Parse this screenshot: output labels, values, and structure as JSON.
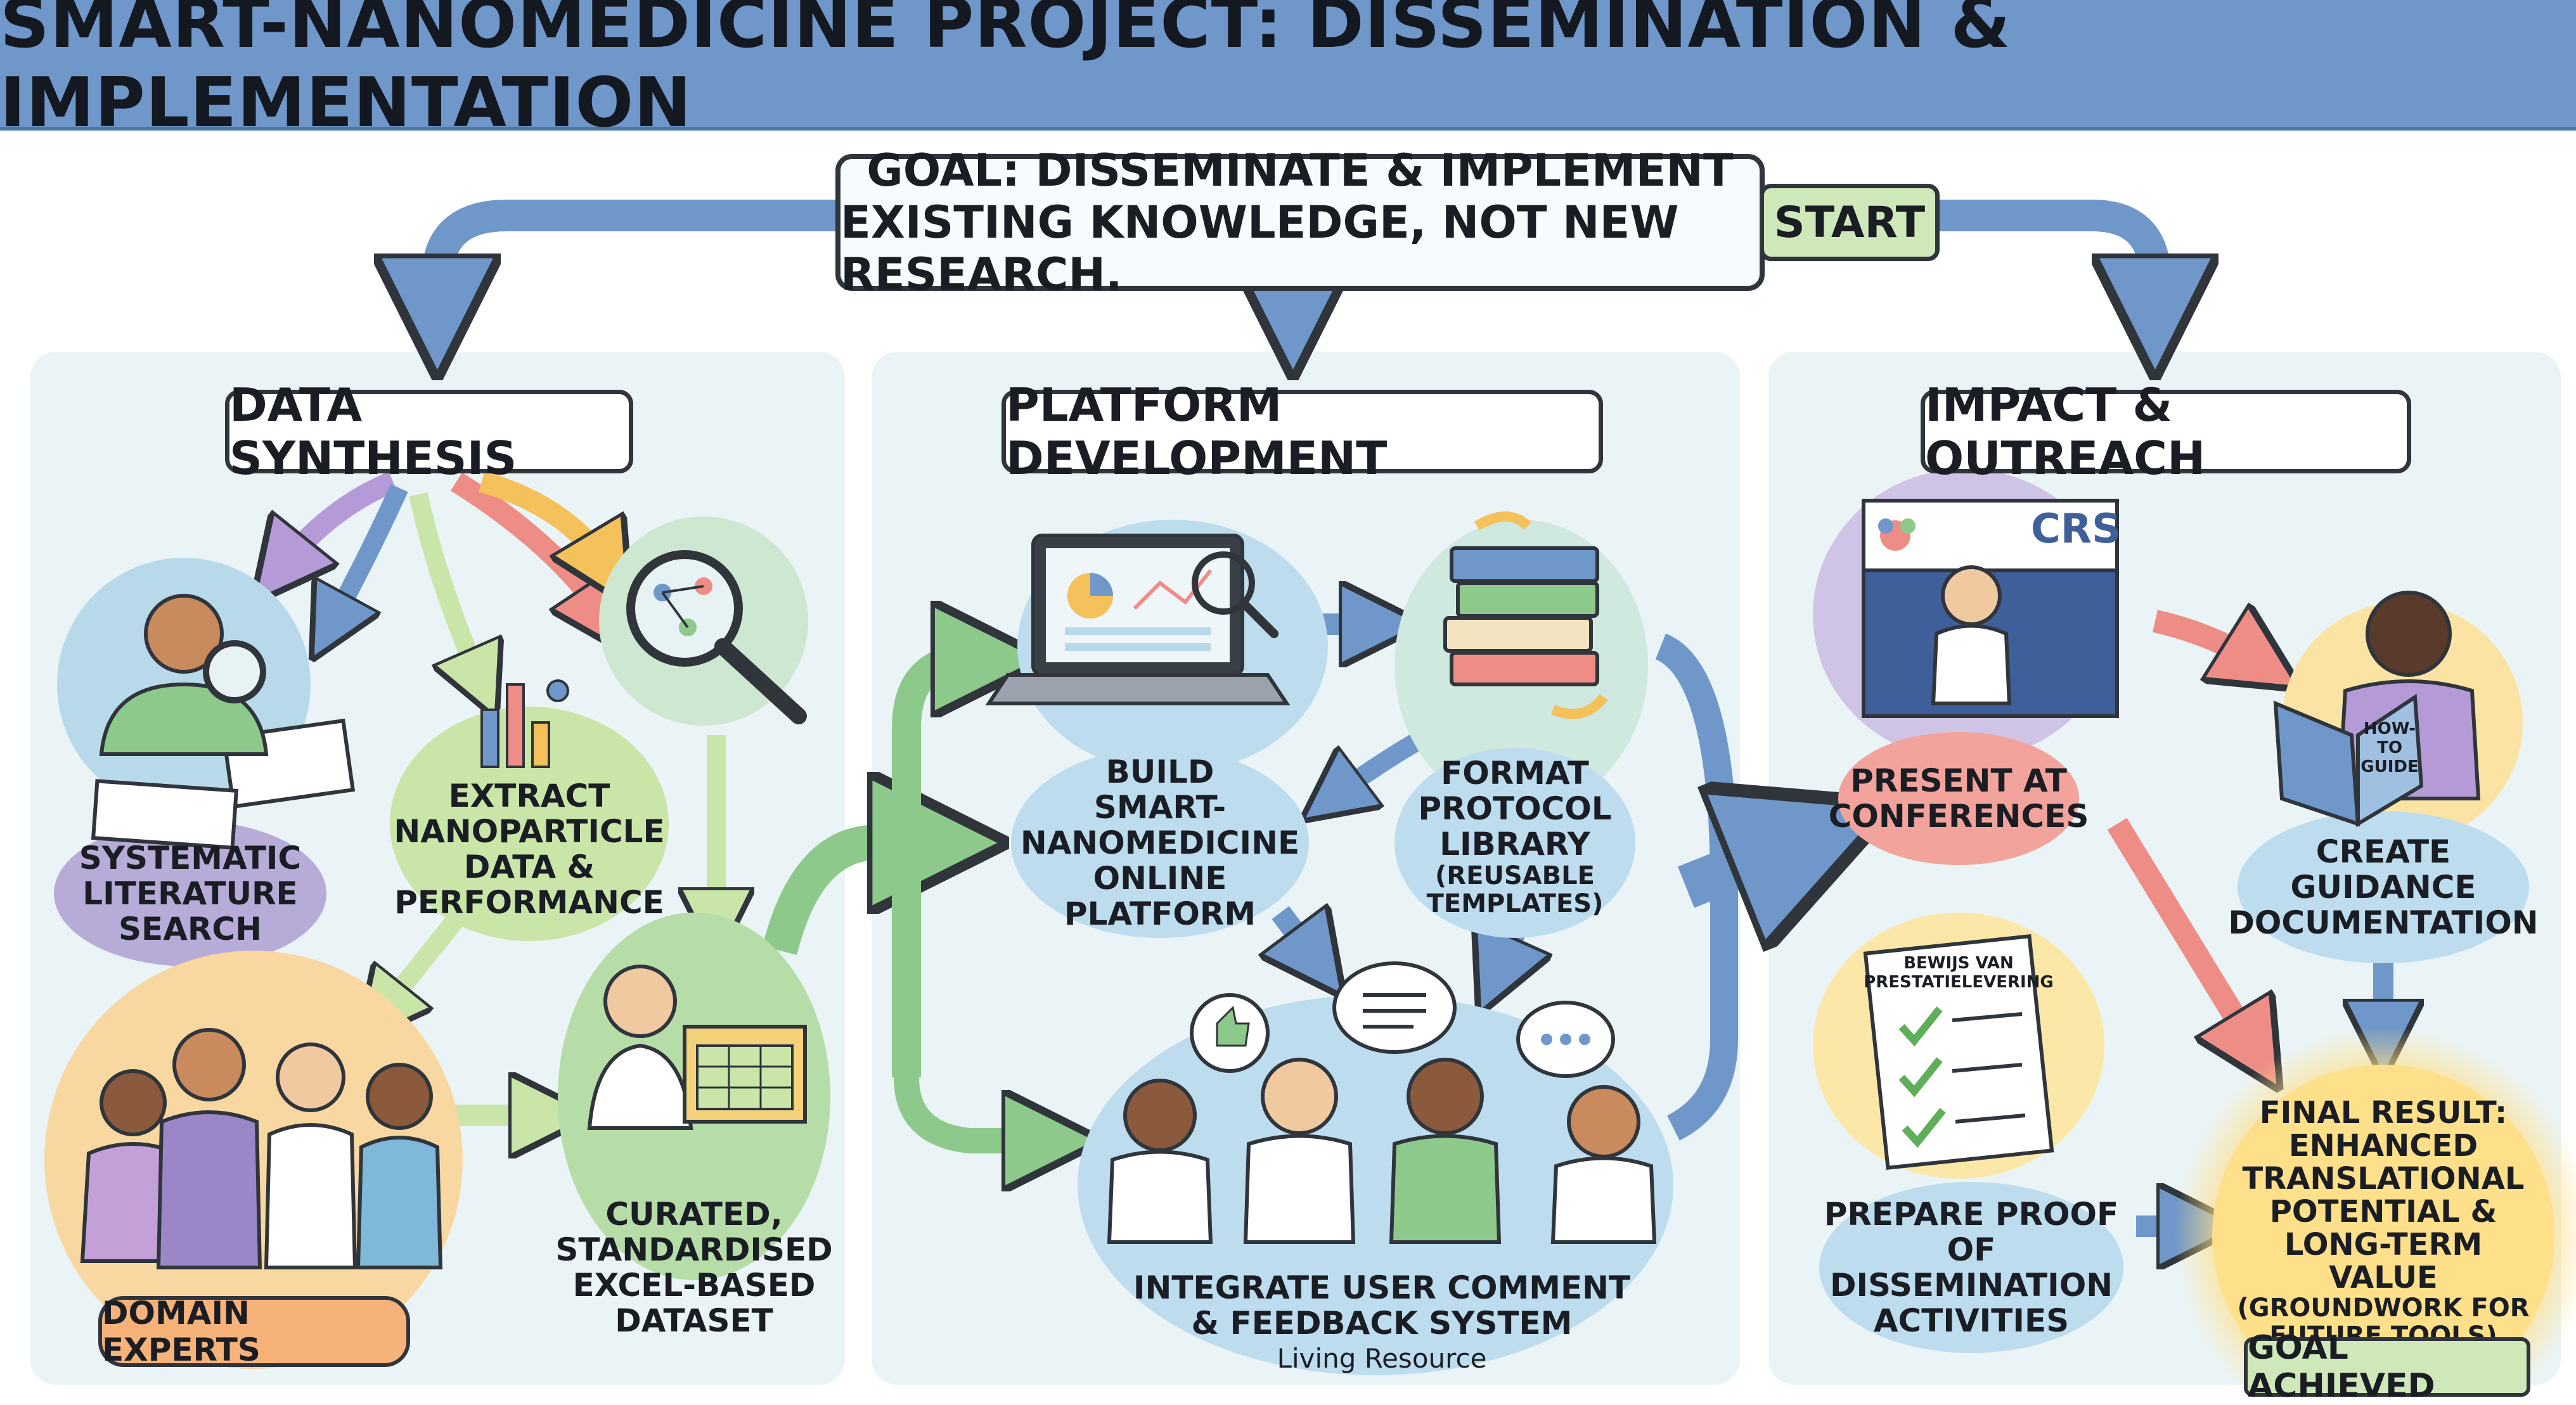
{
  "title": "SMART-NANOMEDICINE PROJECT: DISSEMINATION & IMPLEMENTATION",
  "goal": {
    "line1": "GOAL: DISSEMINATE & IMPLEMENT",
    "line2": "EXISTING KNOWLEDGE, NOT NEW RESEARCH."
  },
  "start_label": "START",
  "sections": {
    "data_synthesis": {
      "title": "DATA SYNTHESIS",
      "literature": [
        "SYSTEMATIC",
        "LITERATURE",
        "SEARCH"
      ],
      "extract": [
        "EXTRACT",
        "NANOPARTICLE",
        "DATA &",
        "PERFORMANCE"
      ],
      "experts": "DOMAIN EXPERTS",
      "dataset": [
        "CURATED,",
        "STANDARDISED",
        "EXCEL-BASED",
        "DATASET"
      ]
    },
    "platform": {
      "title": "PLATFORM DEVELOPMENT",
      "build": [
        "BUILD",
        "SMART-NANOMEDICINE",
        "ONLINE",
        "PLATFORM"
      ],
      "format": [
        "FORMAT",
        "PROTOCOL",
        "LIBRARY"
      ],
      "format_note": [
        "(REUSABLE",
        "TEMPLATES)"
      ],
      "integrate": [
        "INTEGRATE USER COMMENT",
        "& FEEDBACK SYSTEM"
      ],
      "living": "Living Resource"
    },
    "impact": {
      "title": "IMPACT & OUTREACH",
      "present": [
        "PRESENT AT",
        "CONFERENCES"
      ],
      "banner": "CRS",
      "guidance": [
        "CREATE GUIDANCE",
        "DOCUMENTATION"
      ],
      "book_text": [
        "HOW-TO",
        "GUIDE"
      ],
      "doc_title": [
        "BEWIJS VAN",
        "PRESTATIELEVERING"
      ],
      "proof": [
        "PREPARE PROOF",
        "OF DISSEMINATION",
        "ACTIVITIES"
      ],
      "final": [
        "FINAL RESULT:",
        "ENHANCED",
        "TRANSLATIONAL",
        "POTENTIAL &",
        "LONG-TERM VALUE"
      ],
      "final_note": [
        "(GROUNDWORK FOR",
        "FUTURE TOOLS)"
      ],
      "goal_achieved": "GOAL ACHIEVED"
    }
  },
  "colors": {
    "title_bar": "#6f97c9",
    "panel": "#eaf4f6",
    "arrow_blue": "#6f97c9",
    "arrow_green": "#8dc98a",
    "arrow_red": "#ee8d86",
    "arrow_yellow": "#f4c15a",
    "arrow_purple": "#b59ad8",
    "start_green": "#cfe8b9",
    "domain_orange": "#f7b27a",
    "final_yellow": "#ffe08a"
  }
}
